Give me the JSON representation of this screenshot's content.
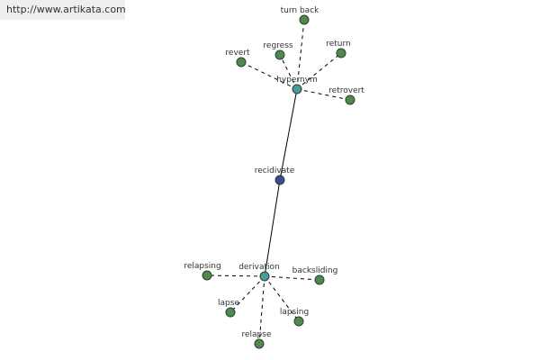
{
  "site": {
    "url_text": "http://www.artikata.com"
  },
  "graph": {
    "colors": {
      "root_node": "#3f4a92",
      "hub_node": "#4d9a9a",
      "leaf_node": "#4e8a4e",
      "node_outline": "#2f3f2f",
      "edge": "#000000"
    },
    "nodes": {
      "recidivate": {
        "label": "recidivate",
        "kind": "root"
      },
      "hypernym": {
        "label": "hypernym",
        "kind": "hub"
      },
      "derivation": {
        "label": "derivation",
        "kind": "hub"
      },
      "turn_back": {
        "label": "turn back",
        "kind": "leaf"
      },
      "regress": {
        "label": "regress",
        "kind": "leaf"
      },
      "return": {
        "label": "return",
        "kind": "leaf"
      },
      "revert": {
        "label": "revert",
        "kind": "leaf"
      },
      "retrovert": {
        "label": "retrovert",
        "kind": "leaf"
      },
      "relapsing": {
        "label": "relapsing",
        "kind": "leaf"
      },
      "backsliding": {
        "label": "backsliding",
        "kind": "leaf"
      },
      "lapse": {
        "label": "lapse",
        "kind": "leaf"
      },
      "lapsing": {
        "label": "lapsing",
        "kind": "leaf"
      },
      "relapse": {
        "label": "relapse",
        "kind": "leaf"
      }
    },
    "edges": [
      {
        "from": "recidivate",
        "to": "hypernym",
        "style": "solid"
      },
      {
        "from": "recidivate",
        "to": "derivation",
        "style": "solid"
      },
      {
        "from": "hypernym",
        "to": "turn_back",
        "style": "dashed"
      },
      {
        "from": "hypernym",
        "to": "regress",
        "style": "dashed"
      },
      {
        "from": "hypernym",
        "to": "return",
        "style": "dashed"
      },
      {
        "from": "hypernym",
        "to": "revert",
        "style": "dashed"
      },
      {
        "from": "hypernym",
        "to": "retrovert",
        "style": "dashed"
      },
      {
        "from": "derivation",
        "to": "relapsing",
        "style": "dashed"
      },
      {
        "from": "derivation",
        "to": "backsliding",
        "style": "dashed"
      },
      {
        "from": "derivation",
        "to": "lapse",
        "style": "dashed"
      },
      {
        "from": "derivation",
        "to": "lapsing",
        "style": "dashed"
      },
      {
        "from": "derivation",
        "to": "relapse",
        "style": "dashed"
      }
    ]
  }
}
